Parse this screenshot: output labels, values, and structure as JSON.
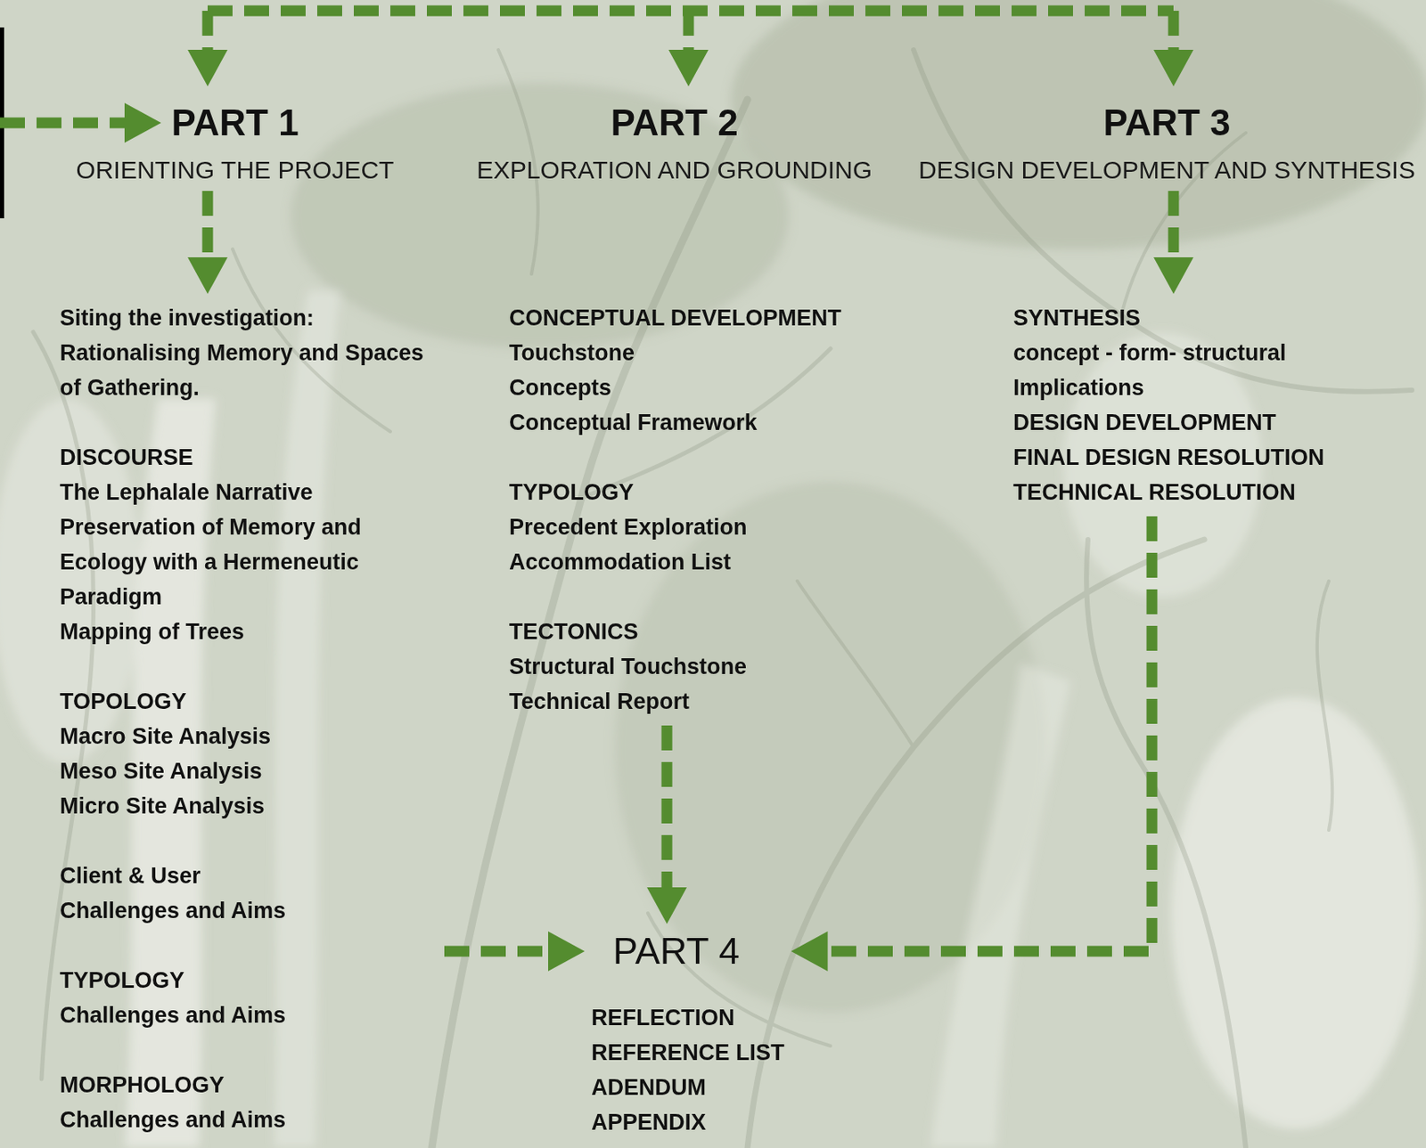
{
  "diagram": {
    "nodes": [
      {
        "text": [
          "PART 1",
          "ORIENTING THE PROJECT"
        ]
      },
      {
        "text": [
          "Siting the investigation:",
          "Rationalising Memory and Spaces of Gathering.",
          "DISCOURSE",
          "The Lephalale Narrative",
          "Preservation of Memory and Ecology with a Hermeneutic Paradigm",
          "Mapping of Trees",
          "TOPOLOGY",
          "Macro Site Analysis",
          "Meso Site Analysis",
          "Micro Site Analysis",
          "Client & User",
          "Challenges and Aims",
          "TYPOLOGY",
          "Challenges and Aims",
          "MORPHOLOGY",
          "Challenges and Aims"
        ]
      },
      {
        "text": [
          "PART 2",
          "EXPLORATION AND GROUNDING"
        ]
      },
      {
        "text": [
          "CONCEPTUAL DEVELOPMENT",
          "Touchstone",
          "Concepts",
          "Conceptual Framework",
          "TYPOLOGY",
          "Precedent Exploration",
          "Accommodation List",
          "TECTONICS",
          "Structural Touchstone",
          "Technical Report"
        ]
      },
      {
        "text": [
          "PART 3",
          "DESIGN DEVELOPMENT AND SYNTHESIS"
        ]
      },
      {
        "text": [
          "SYNTHESIS",
          "concept - form- structural Implications",
          "DESIGN DEVELOPMENT",
          "FINAL DESIGN RESOLUTION",
          "TECHNICAL RESOLUTION"
        ]
      },
      {
        "text": [
          "PART 4",
          "REFLECTION",
          "REFERENCE LIST",
          "ADENDUM",
          "APPENDIX"
        ]
      }
    ],
    "edges": [
      {
        "from": 0,
        "to": 1,
        "arrow": "to"
      },
      {
        "from": 4,
        "to": 5,
        "arrow": "to"
      },
      {
        "from": 3,
        "to": 6,
        "arrow": "to"
      },
      {
        "from": 1,
        "to": 6,
        "arrow": "to"
      },
      {
        "from": 5,
        "to": 6,
        "arrow": "to"
      }
    ]
  }
}
